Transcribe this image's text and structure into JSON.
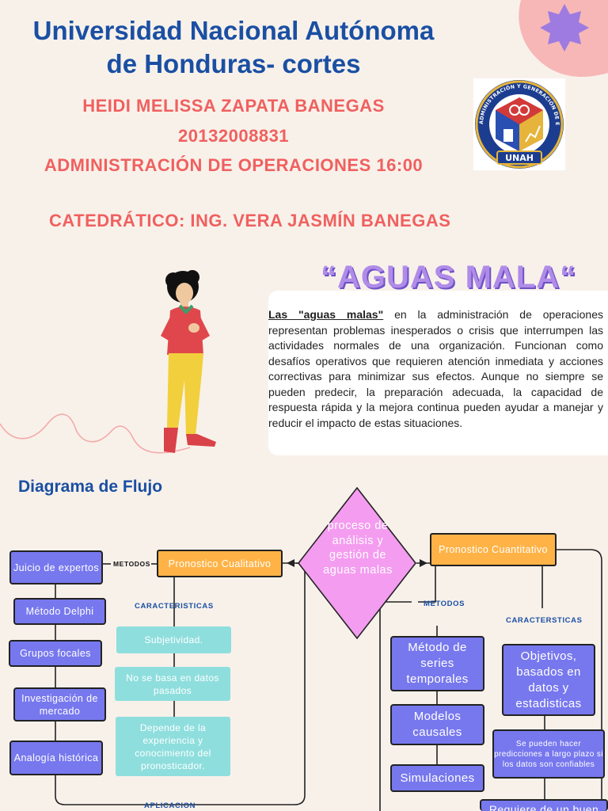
{
  "header": {
    "university_line1": "Universidad Nacional Autónoma",
    "university_line2": "de Honduras- cortes",
    "student_name": "HEIDI MELISSA ZAPATA BANEGAS",
    "student_id": "20132008831",
    "course": "ADMINISTRACIÓN DE OPERACIONES 16:00",
    "teacher": "CATEDRÁTICO: ING. VERA JASMÍN BANEGAS"
  },
  "logo": {
    "ring_text": "ADMINISTRACIÓN Y GENERACIÓN DE EMPRESAS",
    "label": "UNAH"
  },
  "topic": {
    "title": "“AGUAS MALA“",
    "lead": "Las \"aguas malas\"",
    "body": " en la administración de operaciones representan problemas inesperados o crisis que interrumpen las actividades normales de una organización. Funcionan como desafíos operativos que requieren atención inmediata y acciones correctivas para minimizar sus efectos. Aunque no siempre se pueden predecir, la preparación adecuada, la capacidad de respuesta rápida y la mejora continua pueden ayudar a manejar y reducir el impacto de estas situaciones."
  },
  "flow": {
    "heading": "Diagrama de Flujo",
    "center": "proceso de análisis y gestión de aguas malas",
    "qualitative": {
      "title": "Pronostico Cualitativo",
      "methods_label": "METODOS",
      "characteristics_label": "CARACTERISTICAS",
      "application_label": "APLICACION",
      "methods": [
        "Juicio de expertos",
        "Método Delphi",
        "Grupos focales",
        "Investigación de mercado",
        "Analogía histórica"
      ],
      "characteristics": [
        "Subjetividad.",
        "No se basa en datos pasados",
        "Depende de la experiencia y conocimiento del pronosticador."
      ]
    },
    "quantitative": {
      "title": "Pronostico Cuantitativo",
      "methods_label": "METODOS",
      "characteristics_label": "CARACTERSTICAS",
      "methods": [
        "Método de series temporales",
        "Modelos causales",
        "Simulaciones"
      ],
      "characteristics": [
        "Objetivos, basados en datos y estadisticas",
        "Se pueden hacer predicciones a largo plazo si los datos son confiables",
        "Requiere de un buen"
      ]
    }
  },
  "colors": {
    "heading_blue": "#1a4fa3",
    "coral": "#f0605f",
    "lavender": "#b08ce8",
    "box_blue": "#7778ee",
    "orange": "#ffb347",
    "teal": "#8fdede",
    "diamond_pink": "#f49cf0"
  }
}
